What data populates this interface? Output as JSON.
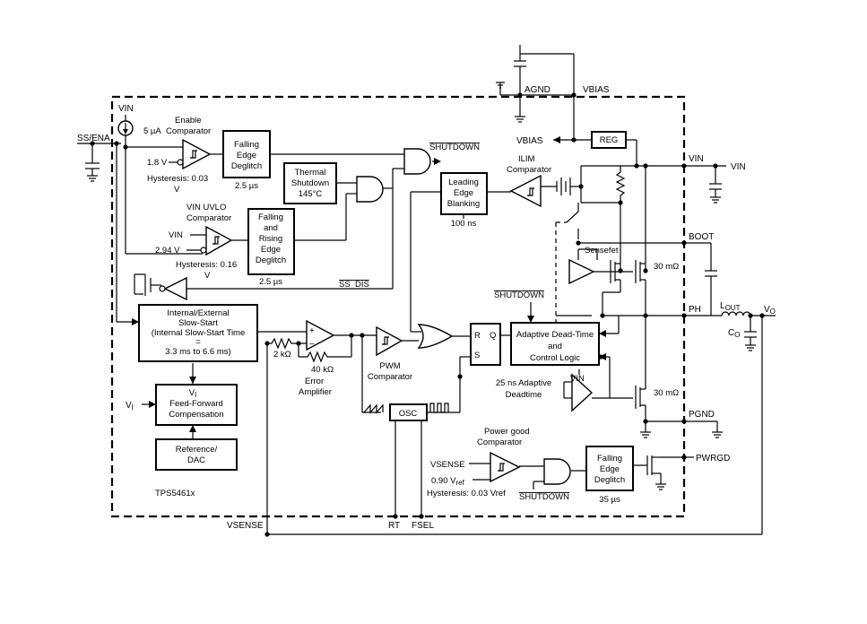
{
  "pins": {
    "ss_ena": "SS/ENA",
    "vin_in": "VIN",
    "agnd": "AGND",
    "vbias_top": "VBIAS",
    "vbias_int": "VBIAS",
    "vin_right": "VIN",
    "vin_ext": "VIN",
    "boot": "BOOT",
    "ph": "PH",
    "vo": "V",
    "vo_sub": "O",
    "pgnd": "PGND",
    "pwrgd": "PWRGD",
    "vsense": "VSENSE",
    "rt": "RT",
    "fsel": "FSEL",
    "lout": "L",
    "lout_sub": "OUT",
    "co": "C",
    "co_sub": "O"
  },
  "blocks": {
    "enable_comp": [
      "Enable",
      "Comparator"
    ],
    "current_src": "5 µA",
    "enable_vref": "1.8 V",
    "enable_hyst": [
      "Hysteresis: 0.03",
      "V"
    ],
    "falling_deglitch_1": [
      "Falling",
      "Edge",
      "Deglitch"
    ],
    "deglitch_1_time": "2.5 µs",
    "thermal": [
      "Thermal",
      "Shutdown",
      "145°C"
    ],
    "shutdown_1": "SHUTDOWN",
    "uvlo_comp": [
      "VIN UVLO",
      "Comparator"
    ],
    "uvlo_vin": "VIN",
    "uvlo_vref": "2.94 V",
    "uvlo_hyst": [
      "Hysteresis: 0.16",
      "V"
    ],
    "deglitch_2": [
      "Falling",
      "and",
      "Rising",
      "Edge",
      "Deglitch"
    ],
    "deglitch_2_time": "2.5 µs",
    "ss_dis": "SS_DIS",
    "leading_edge": [
      "Leading",
      "Edge",
      "Blanking"
    ],
    "leading_edge_time": "100 ns",
    "ilim_comp": [
      "ILIM",
      "Comparator"
    ],
    "reg": "REG",
    "sensefet": "Sensefet",
    "fet_r1": "30 mΩ",
    "fet_r2": "30 mΩ",
    "fet_vin": "VIN",
    "slow_start": [
      "Internal/External",
      "Slow-Start",
      "(Internal Slow-Start Time",
      "=",
      "3.3 ms to 6.6 ms)"
    ],
    "r_2k": "2 kΩ",
    "r_40k": "40 kΩ",
    "error_amp": [
      "Error",
      "Amplifier"
    ],
    "pwm_comp": [
      "PWM",
      "Comparator"
    ],
    "rs_r": "R",
    "rs_s": "S",
    "rs_q": "Q",
    "shutdown_2": "SHUTDOWN",
    "dead_time": [
      "Adaptive Dead-Time",
      "and",
      "Control Logic"
    ],
    "deadtime_note": [
      "25 ns Adaptive",
      "Deadtime"
    ],
    "vi_label": "V",
    "vi_sub": "I",
    "vi_in": "V",
    "vi_in_sub": "I",
    "feed_forward": [
      "Feed-Forward",
      "Compensation"
    ],
    "ref_dac": [
      "Reference/",
      "DAC"
    ],
    "osc": "OSC",
    "chip_name": "TPS5461x",
    "pg_comp": [
      "Power good",
      "Comparator"
    ],
    "pg_vsense": "VSENSE",
    "pg_vref": "0.90 V",
    "pg_vref_sub": "ref",
    "pg_hyst": "Hysteresis: 0.03 Vref",
    "shutdown_3": "SHUTDOWN",
    "deglitch_3": [
      "Falling",
      "Edge",
      "Deglitch"
    ],
    "deglitch_3_time": "35 µs"
  }
}
